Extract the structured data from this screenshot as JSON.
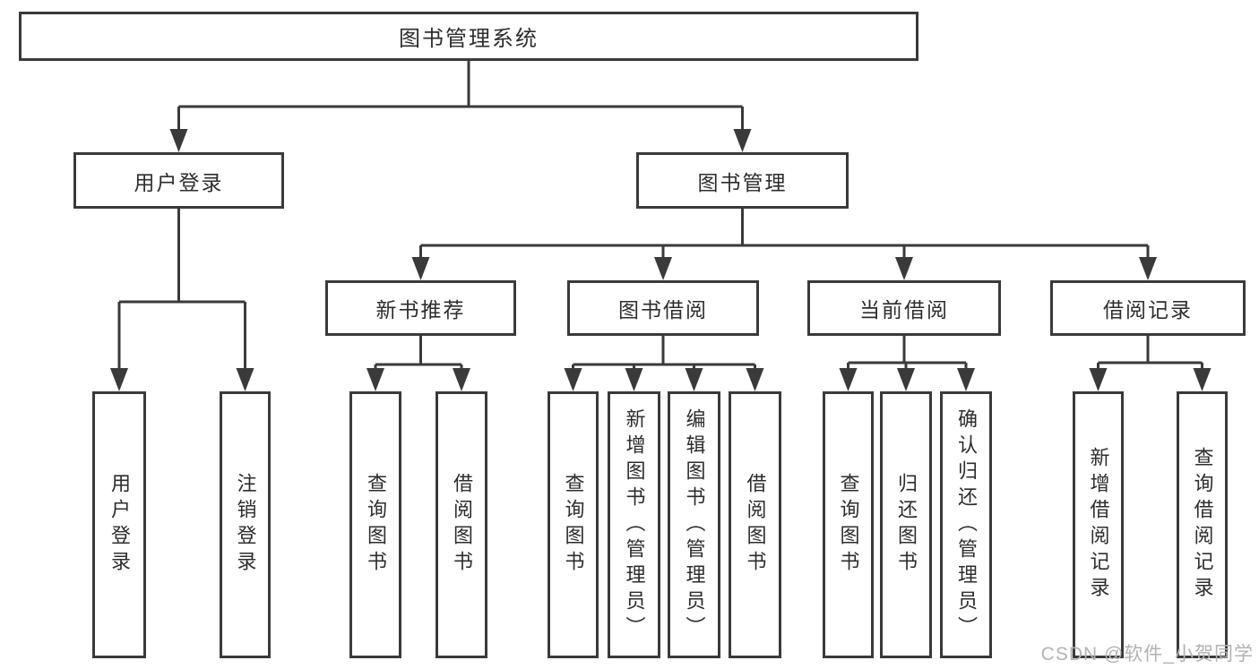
{
  "colors": {
    "line": "#3a3a3a",
    "text": "#2d2d2d",
    "watermark": "#b2b2b2",
    "bg": "#ffffff"
  },
  "watermark": {
    "text": "CSDN @软件_小贺同学"
  },
  "tree": {
    "label": "图书管理系统",
    "children": [
      {
        "label": "用户登录",
        "children": [
          {
            "label": "用户登录"
          },
          {
            "label": "注销登录"
          }
        ]
      },
      {
        "label": "图书管理",
        "children": [
          {
            "label": "新书推荐",
            "children": [
              {
                "label": "查询图书"
              },
              {
                "label": "借阅图书"
              }
            ]
          },
          {
            "label": "图书借阅",
            "children": [
              {
                "label": "查询图书"
              },
              {
                "label": "新增图书（管理员）"
              },
              {
                "label": "编辑图书（管理员）"
              },
              {
                "label": "借阅图书"
              }
            ]
          },
          {
            "label": "当前借阅",
            "children": [
              {
                "label": "查询图书"
              },
              {
                "label": "归还图书"
              },
              {
                "label": "确认归还（管理员）"
              }
            ]
          },
          {
            "label": "借阅记录",
            "children": [
              {
                "label": "新增借阅记录"
              },
              {
                "label": "查询借阅记录"
              }
            ]
          }
        ]
      }
    ]
  }
}
